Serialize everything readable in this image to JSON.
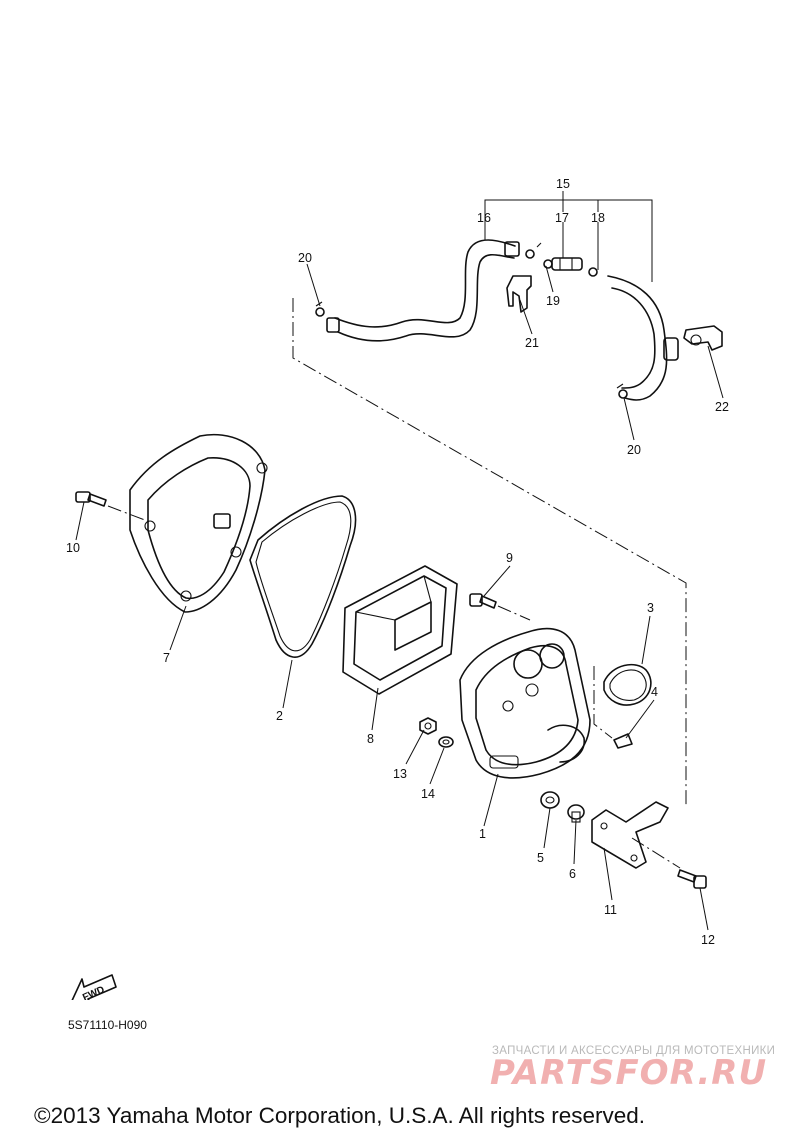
{
  "diagram": {
    "part_numbers": [
      "1",
      "2",
      "3",
      "4",
      "5",
      "6",
      "7",
      "8",
      "9",
      "10",
      "11",
      "12",
      "13",
      "14",
      "15",
      "16",
      "17",
      "18",
      "19",
      "20",
      "20",
      "21",
      "22"
    ],
    "fwd_label": "FWD",
    "figure_code": "5S71110-H090"
  },
  "watermark": {
    "caption": "ЗАПЧАСТИ И АКСЕССУАРЫ ДЛЯ МОТОТЕХНИКИ",
    "logo": "PARTSFOR.RU"
  },
  "footer": {
    "copyright": "©2013 Yamaha Motor Corporation, U.S.A. All rights reserved."
  },
  "colors": {
    "line": "#111111",
    "watermark_logo": "#f1b0b0",
    "watermark_caption": "#b9b9b9"
  }
}
